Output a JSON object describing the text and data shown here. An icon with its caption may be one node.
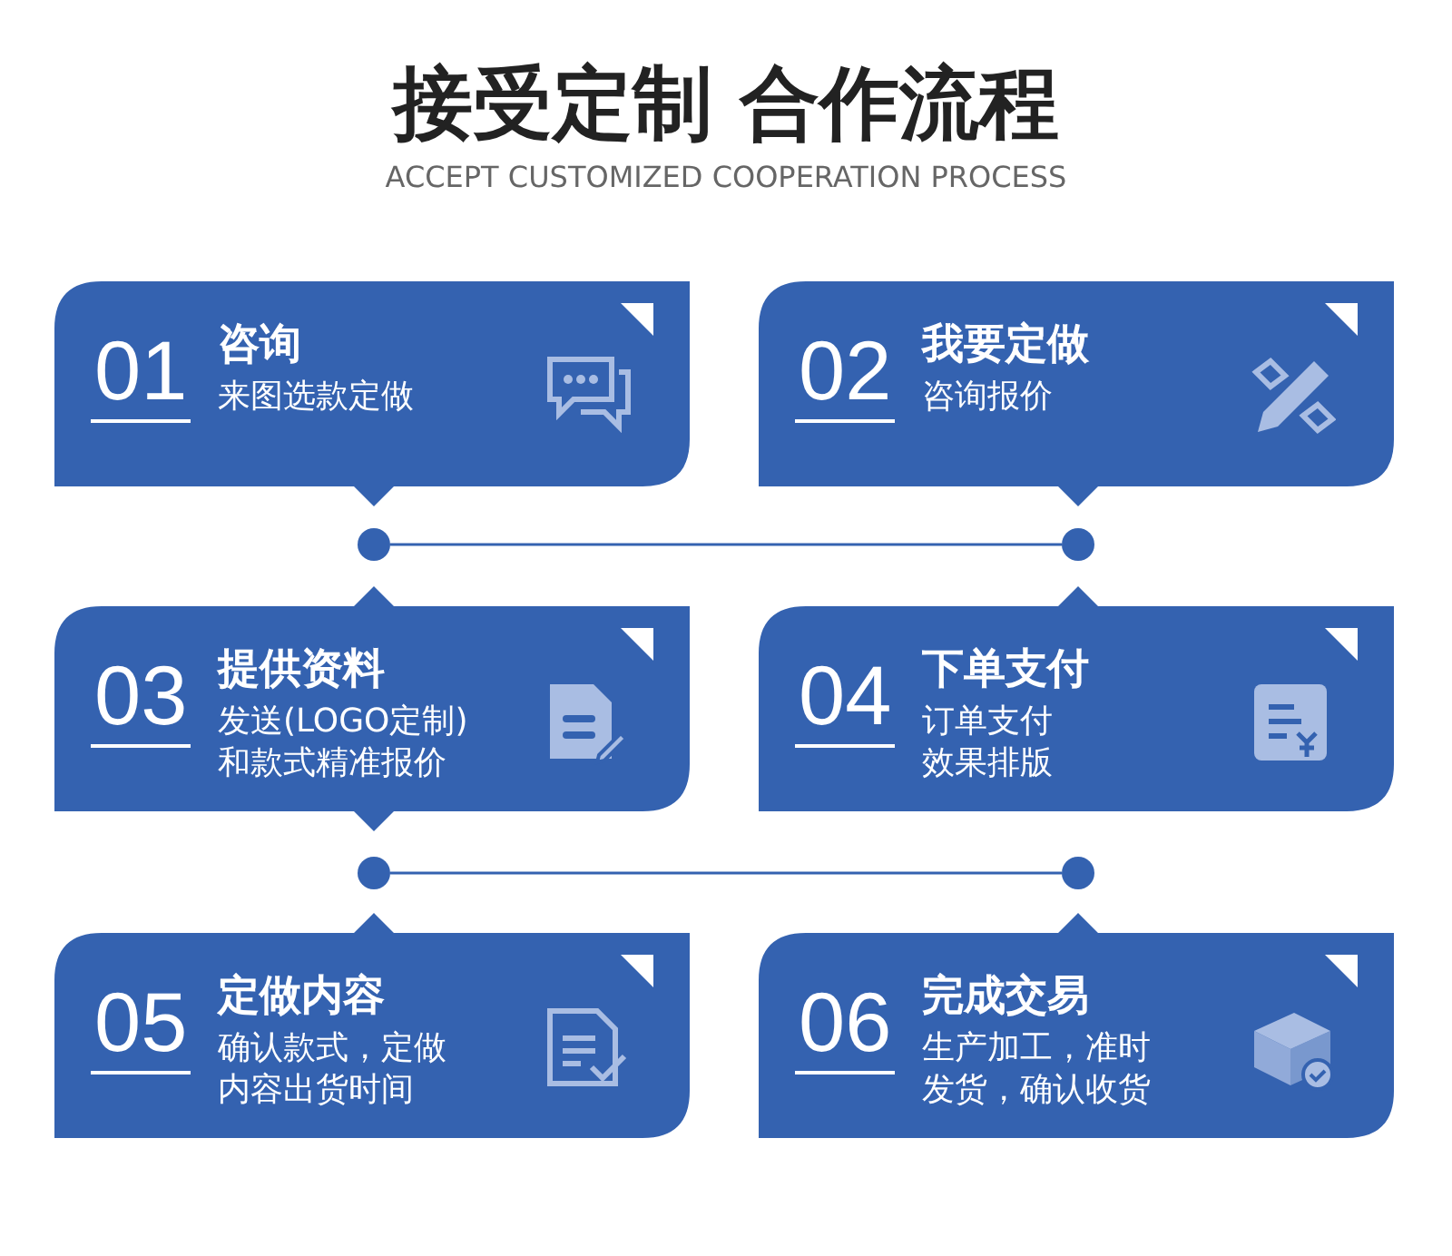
{
  "diagram": {
    "title": "接受定制 合作流程",
    "nodes": [
      {
        "text": [
          "01",
          "咨询",
          "来图选款定做"
        ]
      },
      {
        "text": [
          "02",
          "我要定做",
          "咨询报价"
        ]
      },
      {
        "text": [],
        "shape": "circle"
      },
      {
        "text": [],
        "shape": "circle"
      },
      {
        "text": [
          "03",
          "提供资料",
          "发送(LOGO定制)和款式精准报价"
        ]
      },
      {
        "text": [
          "04",
          "下单支付",
          "订单支付效果排版"
        ]
      },
      {
        "text": [],
        "shape": "circle"
      },
      {
        "text": [],
        "shape": "circle"
      },
      {
        "text": [
          "05",
          "定做内容",
          "确认款式，定做内容出货时间"
        ]
      },
      {
        "text": [
          "06",
          "完成交易",
          "生产加工，准时发货，确认收货"
        ]
      }
    ],
    "edges": [
      {
        "from": 2,
        "to": 3,
        "arrow": "none"
      },
      {
        "from": 6,
        "to": 7,
        "arrow": "none"
      }
    ],
    "labels": [
      "ACCEPT CUSTOMIZED COOPERATION PROCESS"
    ]
  }
}
